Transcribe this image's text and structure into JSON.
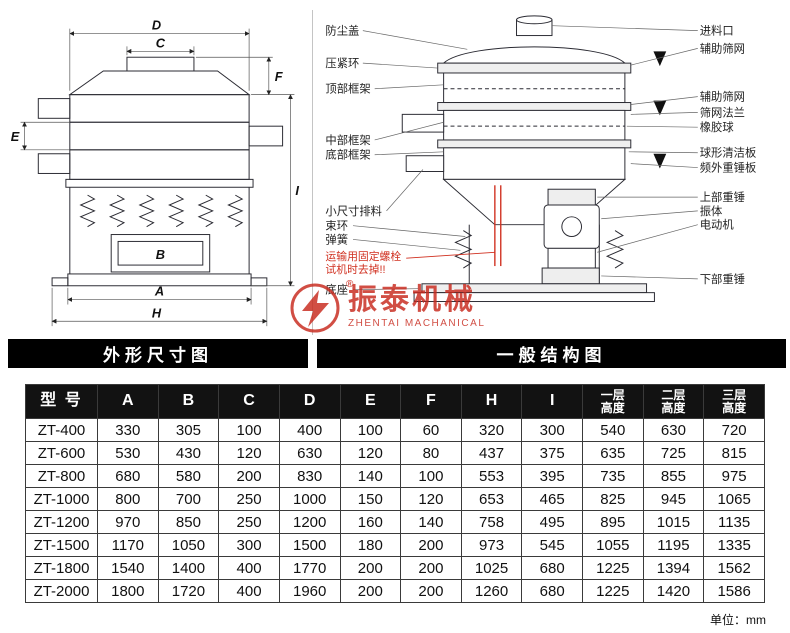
{
  "left_panel": {
    "banner": "外形尺寸图",
    "dim_labels": [
      "D",
      "C",
      "F",
      "E",
      "B",
      "A",
      "H",
      "I"
    ]
  },
  "right_panel": {
    "banner": "一般结构图",
    "left_labels": [
      "防尘盖",
      "压紧环",
      "顶部框架",
      "中部框架",
      "底部框架",
      "小尺寸排料",
      "束环",
      "弹簧",
      "底座"
    ],
    "warning": {
      "line1": "运输用固定螺栓",
      "line2": "试机时去掉!!"
    },
    "right_labels": [
      "进料口",
      "辅助筛网",
      "辅助筛网",
      "筛网法兰",
      "橡胶球",
      "球形清洁板",
      "频外重锤板",
      "上部重锤",
      "振体",
      "电动机",
      "下部重锤"
    ]
  },
  "watermark": {
    "reg": "®",
    "brand": "振泰机械",
    "sub": "ZHENTAI MACHANICAL"
  },
  "table": {
    "headers": [
      "型 号",
      "A",
      "B",
      "C",
      "D",
      "E",
      "F",
      "H",
      "I",
      "一层\n高度",
      "二层\n高度",
      "三层\n高度"
    ],
    "rows": [
      [
        "ZT-400",
        "330",
        "305",
        "100",
        "400",
        "100",
        "60",
        "320",
        "300",
        "540",
        "630",
        "720"
      ],
      [
        "ZT-600",
        "530",
        "430",
        "120",
        "630",
        "120",
        "80",
        "437",
        "375",
        "635",
        "725",
        "815"
      ],
      [
        "ZT-800",
        "680",
        "580",
        "200",
        "830",
        "140",
        "100",
        "553",
        "395",
        "735",
        "855",
        "975"
      ],
      [
        "ZT-1000",
        "800",
        "700",
        "250",
        "1000",
        "150",
        "120",
        "653",
        "465",
        "825",
        "945",
        "1065"
      ],
      [
        "ZT-1200",
        "970",
        "850",
        "250",
        "1200",
        "160",
        "140",
        "758",
        "495",
        "895",
        "1015",
        "1135"
      ],
      [
        "ZT-1500",
        "1170",
        "1050",
        "300",
        "1500",
        "180",
        "200",
        "973",
        "545",
        "1055",
        "1195",
        "1335"
      ],
      [
        "ZT-1800",
        "1540",
        "1400",
        "400",
        "1770",
        "200",
        "200",
        "1025",
        "680",
        "1225",
        "1394",
        "1562"
      ],
      [
        "ZT-2000",
        "1800",
        "1720",
        "400",
        "1960",
        "200",
        "200",
        "1260",
        "680",
        "1225",
        "1420",
        "1586"
      ]
    ],
    "unit_note": "单位：mm"
  }
}
